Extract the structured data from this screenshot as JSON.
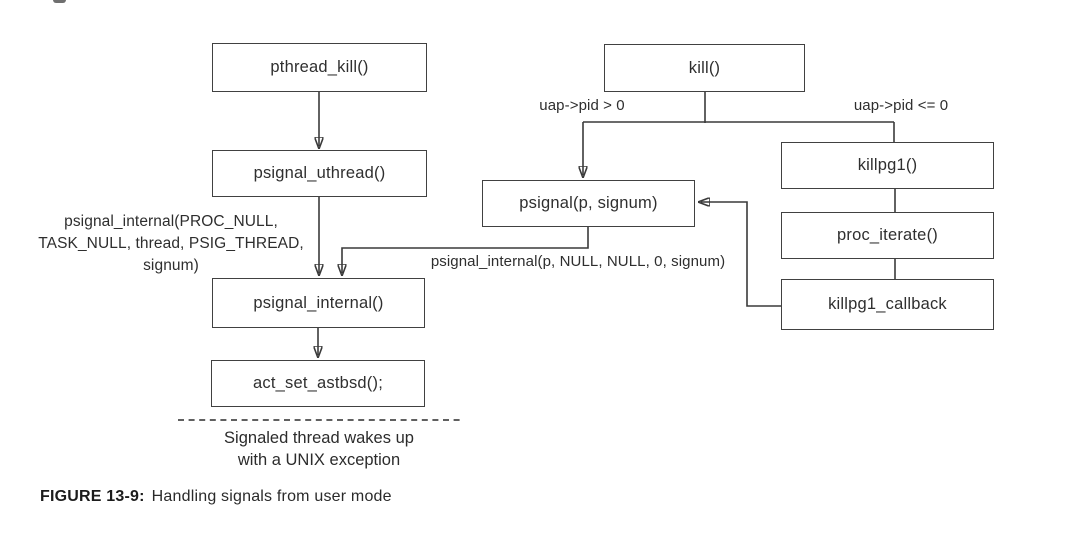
{
  "figure": {
    "caption_label": "FIGURE 13-9:",
    "caption_text": "Handling signals from user mode"
  },
  "nodes": [
    {
      "id": "pthread_kill",
      "label": "pthread_kill()"
    },
    {
      "id": "psignal_uthread",
      "label": "psignal_uthread()"
    },
    {
      "id": "psignal_internal",
      "label": "psignal_internal()"
    },
    {
      "id": "act_set_astbsd",
      "label": "act_set_astbsd();"
    },
    {
      "id": "kill",
      "label": "kill()"
    },
    {
      "id": "psignal",
      "label": "psignal(p, signum)"
    },
    {
      "id": "killpg1",
      "label": "killpg1()"
    },
    {
      "id": "proc_iterate",
      "label": "proc_iterate()"
    },
    {
      "id": "killpg1_callback",
      "label": "killpg1_callback"
    }
  ],
  "labels": {
    "uap_pid_gt": "uap->pid > 0",
    "uap_pid_le": "uap->pid <= 0",
    "left_call": {
      "lines": [
        "psignal_internal(PROC_NULL,",
        "TASK_NULL, thread, PSIG_THREAD,",
        "signum)"
      ]
    },
    "mid_call": "psignal_internal(p, NULL, NULL, 0, signum)"
  },
  "annotation": {
    "line1": "Signaled thread wakes up",
    "line2": "with a UNIX exception"
  },
  "colors": {
    "line": "#3a3a3a",
    "box_border": "#414141",
    "text": "#2e2e2e",
    "background": "#ffffff"
  }
}
